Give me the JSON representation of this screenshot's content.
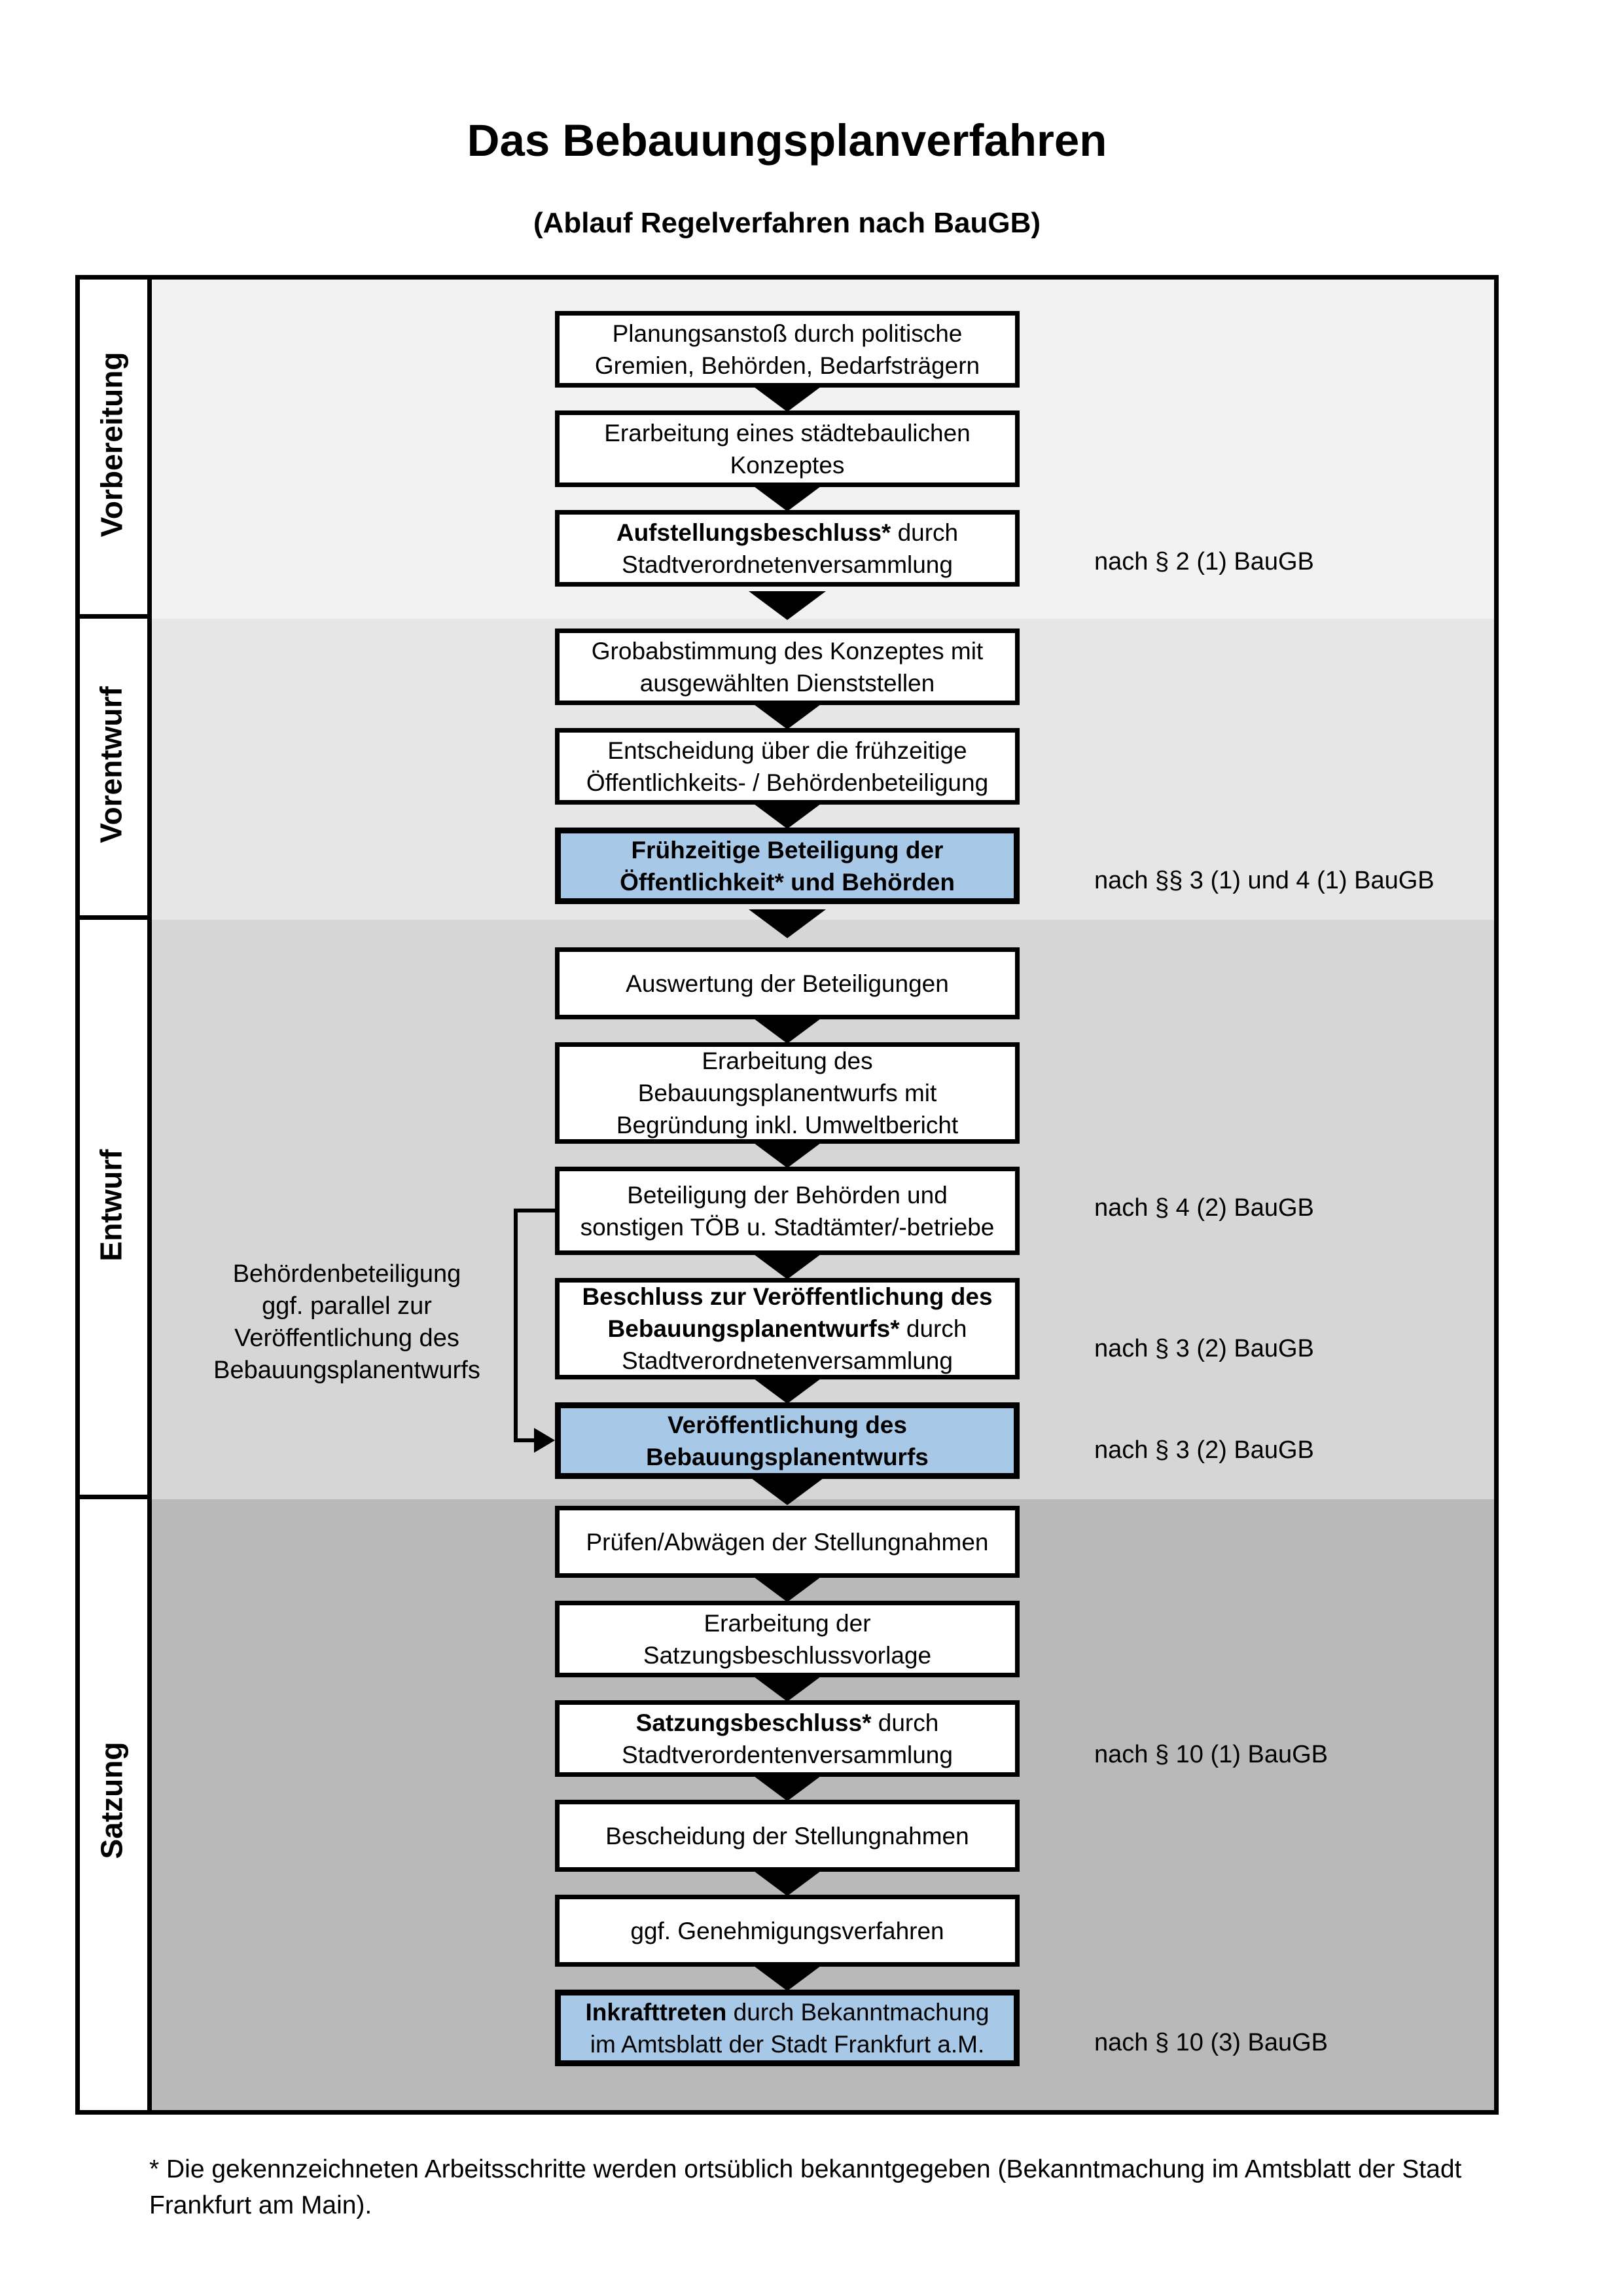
{
  "page": {
    "title": "Das Bebauungsplanverfahren",
    "subtitle": "(Ablauf Regelverfahren nach BauGB)",
    "footnote": {
      "line1": "* Die gekennzeichneten Arbeitsschritte werden ortsüblich bekanntgegeben (Bekanntmachung im Amtsblatt  der Stadt",
      "line2": "Frankfurt am Main)."
    }
  },
  "colors": {
    "highlight_blue": "#a8c8e8",
    "box_white": "#ffffff",
    "line_black": "#000000"
  },
  "phases": [
    {
      "id": "vorbereitung",
      "label": "Vorbereitung",
      "band_color": "#f2f2f2"
    },
    {
      "id": "vorentwurf",
      "label": "Vorentwurf",
      "band_color": "#e6e6e6"
    },
    {
      "id": "entwurf",
      "label": "Entwurf",
      "band_color": "#d6d6d6"
    },
    {
      "id": "satzung",
      "label": "Satzung",
      "band_color": "#b9b9b9"
    }
  ],
  "annotation": {
    "lines": [
      "Behördenbeteiligung",
      "ggf. parallel zur",
      "Veröffentlichung des",
      "Bebauungsplanentwurfs"
    ]
  },
  "flow": {
    "arrow_icon": "down-triangle-arrow",
    "boxes": [
      {
        "id": "planungsanstoss",
        "variant": "white",
        "ref": null,
        "lines": [
          [
            {
              "t": "Planungsanstoß durch politische",
              "b": false
            }
          ],
          [
            {
              "t": "Gremien, Behörden, Bedarfsträgern",
              "b": false
            }
          ]
        ]
      },
      {
        "id": "konzept-erarbeitung",
        "variant": "white",
        "ref": null,
        "lines": [
          [
            {
              "t": "Erarbeitung eines städtebaulichen",
              "b": false
            }
          ],
          [
            {
              "t": "Konzeptes",
              "b": false
            }
          ]
        ]
      },
      {
        "id": "aufstellungsbeschluss",
        "variant": "white",
        "ref": "nach § 2 (1) BauGB",
        "lines": [
          [
            {
              "t": "Aufstellungsbeschluss*",
              "b": true
            },
            {
              "t": " durch",
              "b": false
            }
          ],
          [
            {
              "t": "Stadtverordnetenversammlung",
              "b": false
            }
          ]
        ]
      },
      {
        "id": "grobabstimmung",
        "variant": "white",
        "ref": null,
        "lines": [
          [
            {
              "t": "Grobabstimmung des Konzeptes mit",
              "b": false
            }
          ],
          [
            {
              "t": "ausgewählten Dienststellen",
              "b": false
            }
          ]
        ]
      },
      {
        "id": "entscheidung-beteiligung",
        "variant": "white",
        "ref": null,
        "lines": [
          [
            {
              "t": "Entscheidung über die frühzeitige",
              "b": false
            }
          ],
          [
            {
              "t": "Öffentlichkeits- / Behördenbeteiligung",
              "b": false
            }
          ]
        ]
      },
      {
        "id": "fruehzeitige-beteiligung",
        "variant": "blue",
        "ref": "nach §§ 3 (1) und 4 (1) BauGB",
        "lines": [
          [
            {
              "t": "Frühzeitige Beteiligung der",
              "b": true
            }
          ],
          [
            {
              "t": "Öffentlichkeit* und Behörden",
              "b": true
            }
          ]
        ]
      },
      {
        "id": "auswertung-beteiligungen",
        "variant": "white",
        "ref": null,
        "lines": [
          [
            {
              "t": "Auswertung der Beteiligungen",
              "b": false
            }
          ]
        ]
      },
      {
        "id": "entwurf-erarbeitung",
        "variant": "white",
        "ref": null,
        "lines": [
          [
            {
              "t": "Erarbeitung des",
              "b": false
            }
          ],
          [
            {
              "t": "Bebauungsplanentwurfs mit",
              "b": false
            }
          ],
          [
            {
              "t": "Begründung inkl. Umweltbericht",
              "b": false
            }
          ]
        ]
      },
      {
        "id": "behoerden-beteiligung",
        "variant": "white",
        "ref": "nach § 4 (2) BauGB",
        "lines": [
          [
            {
              "t": "Beteiligung der Behörden und",
              "b": false
            }
          ],
          [
            {
              "t": "sonstigen TÖB u. Stadtämter/-betriebe",
              "b": false
            }
          ]
        ]
      },
      {
        "id": "veroeffentlichungs-beschluss",
        "variant": "white",
        "ref": "nach § 3 (2) BauGB",
        "lines": [
          [
            {
              "t": "Beschluss zur Veröffentlichung des",
              "b": true
            }
          ],
          [
            {
              "t": "Bebauungsplanentwurfs*",
              "b": true
            },
            {
              "t": " durch",
              "b": false
            }
          ],
          [
            {
              "t": "Stadtverordnetenversammlung",
              "b": false
            }
          ]
        ]
      },
      {
        "id": "veroeffentlichung-entwurf",
        "variant": "blue",
        "ref": "nach § 3 (2) BauGB",
        "lines": [
          [
            {
              "t": "Veröffentlichung des",
              "b": true
            }
          ],
          [
            {
              "t": "Bebauungsplanentwurfs",
              "b": true
            }
          ]
        ]
      },
      {
        "id": "pruefen-abwaegen",
        "variant": "white",
        "ref": null,
        "lines": [
          [
            {
              "t": "Prüfen/Abwägen der Stellungnahmen",
              "b": false
            }
          ]
        ]
      },
      {
        "id": "satzungsvorlage-erarbeitung",
        "variant": "white",
        "ref": null,
        "lines": [
          [
            {
              "t": "Erarbeitung der",
              "b": false
            }
          ],
          [
            {
              "t": "Satzungsbeschlussvorlage",
              "b": false
            }
          ]
        ]
      },
      {
        "id": "satzungsbeschluss",
        "variant": "white",
        "ref": "nach § 10 (1) BauGB",
        "lines": [
          [
            {
              "t": "Satzungsbeschluss*",
              "b": true
            },
            {
              "t": " durch",
              "b": false
            }
          ],
          [
            {
              "t": "Stadtverordentenversammlung",
              "b": false
            }
          ]
        ]
      },
      {
        "id": "bescheidung-stellungnahmen",
        "variant": "white",
        "ref": null,
        "lines": [
          [
            {
              "t": "Bescheidung der Stellungnahmen",
              "b": false
            }
          ]
        ]
      },
      {
        "id": "genehmigungsverfahren",
        "variant": "white",
        "ref": null,
        "lines": [
          [
            {
              "t": "ggf. Genehmigungsverfahren",
              "b": false
            }
          ]
        ]
      },
      {
        "id": "inkrafttreten",
        "variant": "blue",
        "ref": "nach § 10 (3) BauGB",
        "lines": [
          [
            {
              "t": "Inkrafttreten",
              "b": true
            },
            {
              "t": " durch Bekanntmachung",
              "b": false
            }
          ],
          [
            {
              "t": "im Amtsblatt der Stadt Frankfurt a.M.",
              "b": false
            }
          ]
        ]
      }
    ]
  }
}
